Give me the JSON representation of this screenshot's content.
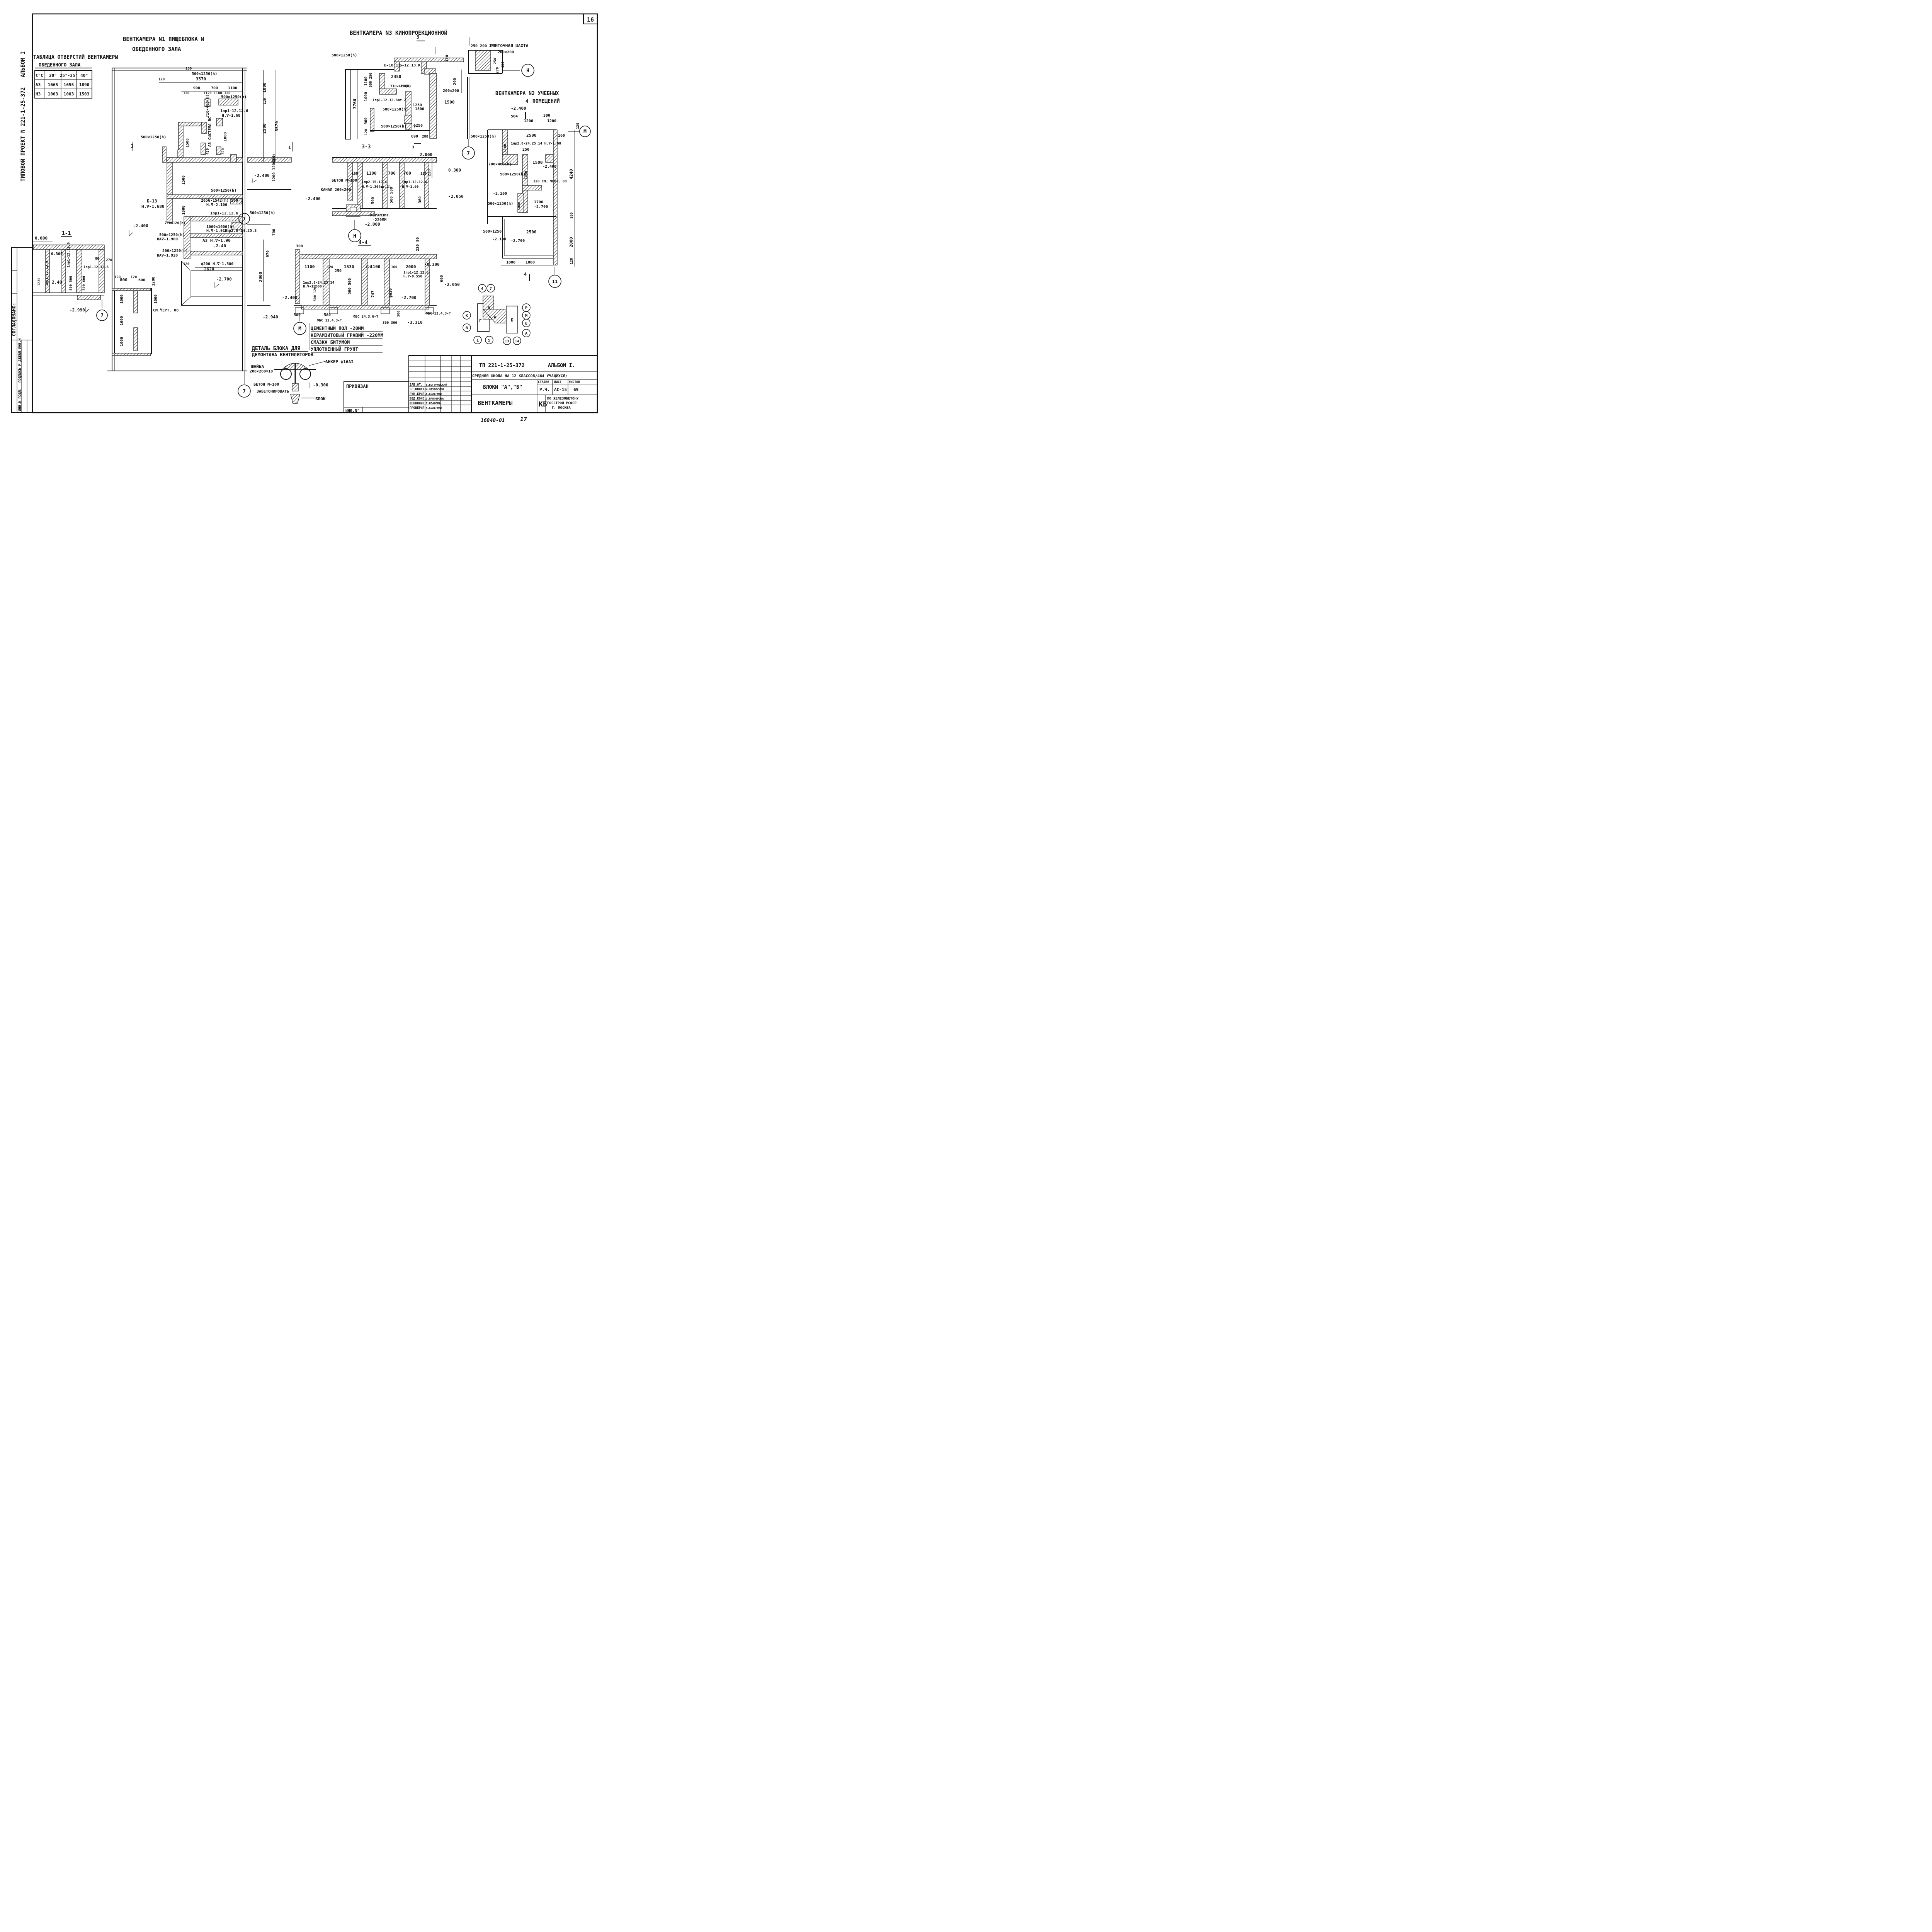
{
  "sheet_number": "16",
  "side_text": {
    "album": "АЛЬБОМ I",
    "project": "ТИПОВОЙ ПРОЕКТ N 221-1-25-372",
    "agreed": "СОГЛАСОВАНО:",
    "stamp_cols": [
      "ИНВ.N ПОДЛ.",
      "ПОДПИСЬ И ДАТА",
      "ВЗАМ.ИНВ.N"
    ]
  },
  "titles": {
    "vk1_line1": "ВЕНТКАМЕРА N1 ПИЩЕБЛОКА И",
    "vk1_line2": "ОБЕДЕННОГО ЗАЛА",
    "vk3": "ВЕНТКАМЕРА N3 КИНОПРОЕКЦИОННОЙ",
    "vk2_line1": "ВЕНТКАМЕРА N2 УЧЕБНЫХ",
    "vk2_line2": "ПОМЕЩЕНИЙ",
    "detail_line1": "ДЕТАЛЬ БЛОКА ДЛЯ",
    "detail_line2": "ДЕМОНТАЖА ВЕНТИЛЯТОРОВ"
  },
  "openings_table": {
    "title": "ТАБЛИЦА ОТВЕРСТИЙ ВЕНТКАМЕРЫ",
    "subtitle": "ОБЕДЕННОГО ЗАЛА",
    "header": [
      "t°C",
      "20°",
      "25°-35°",
      "40°"
    ],
    "rows": [
      [
        "A3",
        "1665",
        "1655",
        "1890"
      ],
      [
        "H3",
        "1003",
        "1003",
        "1503"
      ]
    ]
  },
  "section_labels": [
    "1-1",
    "3-3",
    "4-4"
  ],
  "notes": {
    "legend_1": "ЦЕМЕНТНЫЙ ПОЛ -20ММ",
    "legend_2": "КЕРАМЗИТОВЫЙ ГРАВИЙ -220ММ",
    "legend_3": "СМАЗКА БИТУМОМ",
    "legend_4": "УПЛОТНЕННЫЙ ГРУНТ",
    "detail_washer": "ШАЙБА",
    "detail_washer_size": "200×200×10",
    "detail_anchor": "АНКЕР ф16АI",
    "detail_concrete": "БЕТОН М-100",
    "detail_grout": "ЗАБЕТОНИРОВАТЬ",
    "detail_block": "БЛОК",
    "detail_level": "-0.300",
    "supply_shaft": "ПРИТОЧНАЯ ШАХТА",
    "supply_shaft_size": "200×200",
    "concrete_m100": "БЕТОН М-100",
    "channel": "КАНАЛ 200×200",
    "claydite": "КЕРАМЗИТ.",
    "claydite_thk": "-220ММ",
    "see_drawing_08": "СМ. ЧЕРТ. 08",
    "see_drawing_08b": "120 СМ. ЧЕРТ. 08"
  },
  "levels": [
    "0.000",
    "-2.400",
    "-2.990",
    "-2.700",
    "-2.050",
    "-2.100",
    "-2.940",
    "-3.310",
    "-0.300",
    "-2.000",
    "0.300"
  ],
  "axes": [
    "7",
    "H",
    "M",
    "11",
    "4",
    "Г",
    "Б",
    "K",
    "B",
    "A",
    "E",
    "P",
    "1",
    "5",
    "13",
    "14"
  ],
  "title_block": {
    "code": "ТП 221-1-25-372",
    "album": "АЛЬБОМ I.",
    "school": "СРЕДНЯЯ ШКОЛА НА 12 КЛАССОВ/464 УЧАЩИХСЯ/",
    "blocks": "БЛОКИ \"А\",\"Б\"",
    "sheet_title": "ВЕНТКАМЕРЫ",
    "stage_h": "СТАДИЯ",
    "sheet_h": "ЛИСТ",
    "sheets_h": "ЛИСТОВ",
    "stage": "Р.Ч.",
    "sheet": "АС-15",
    "sheets": "69",
    "org_line1": "ПО ЖЕЛЕЗОБЕТОНУ",
    "org_line2": "ГОССТРОЯ РСФСР",
    "org_line3": "Г. МОСКВА",
    "org_logo": "КБ",
    "bound": "ПРИВЯЗАН",
    "inv": "ИНВ.N°",
    "roles": [
      "ЗАВ.ОТ.",
      "ГЛ.КОНСТР.",
      "РУК.БРИГ.",
      "ВЕД.КОНС.",
      "ИСПОЛНИЛ",
      "ПРОВЕРИЛ"
    ],
    "names": [
      "В.БОГОРОДСКИЙ",
      "И.ШАХОВСКИЙ",
      "А.КЕЛЕРМАН",
      "З.ПАНФЕРОВА",
      "Г.ИВАНОВА",
      "А.КЕЛЕРМАН"
    ],
    "archive": "16840-01",
    "archive_sheet": "17"
  }
}
